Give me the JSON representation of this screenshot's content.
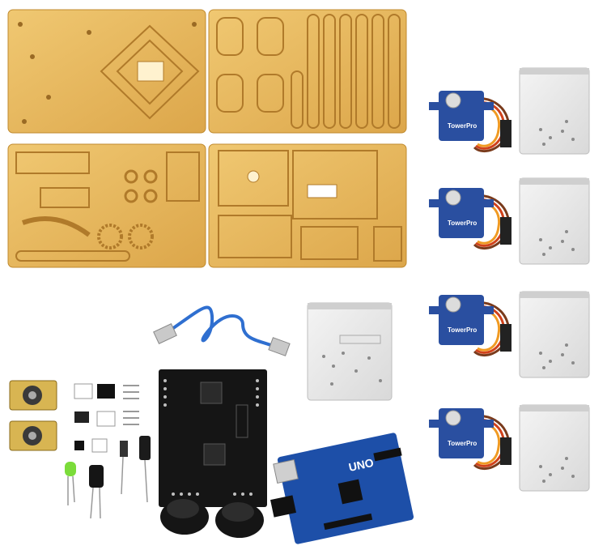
{
  "product_photo": {
    "board_label": "UNO",
    "servo_label": "TowerPro",
    "colors": {
      "acrylic": "#e8b85a",
      "acrylic_edge": "#c08a2e",
      "servo_blue": "#2a4fa0",
      "pcb_black": "#151515",
      "uno_blue": "#1d4fa8",
      "led_green": "#7bdc3a",
      "cable_blue": "#2f6fd0",
      "wire_brown": "#7a3b1c",
      "wire_red": "#d0421b",
      "wire_orange": "#f09a22"
    },
    "counts": {
      "servos": 4,
      "screw_bags": 5,
      "joysticks": 2,
      "acrylic_sheets": 4
    }
  }
}
